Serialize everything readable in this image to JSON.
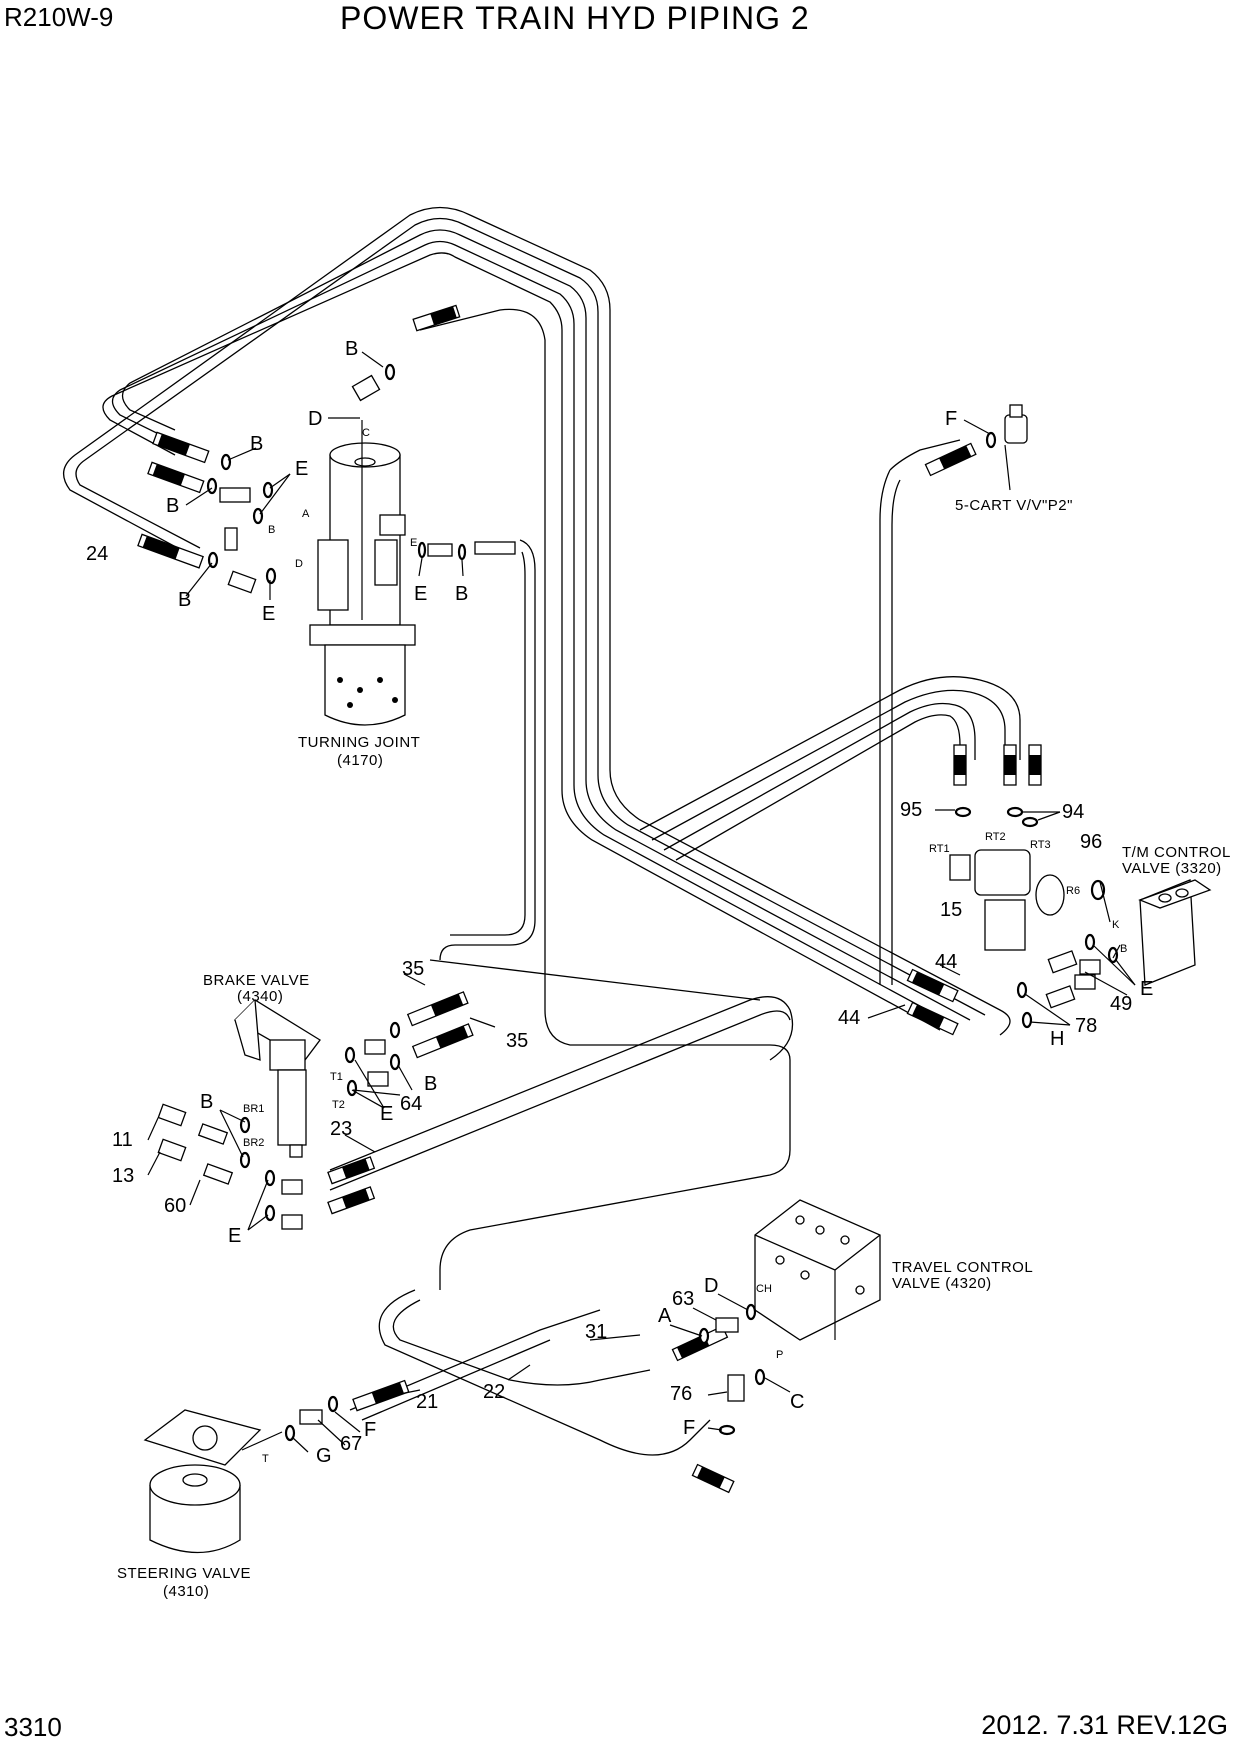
{
  "header": {
    "model": "R210W-9",
    "title": "POWER TRAIN HYD PIPING 2"
  },
  "footer": {
    "page_number": "3310",
    "revision": "2012. 7.31  REV.12G"
  },
  "components": {
    "turning_joint": {
      "name": "TURNING JOINT",
      "code": "(4170)"
    },
    "brake_valve": {
      "name": "BRAKE VALVE",
      "code": "(4340)"
    },
    "tm_control_valve": {
      "name": "T/M CONTROL",
      "code": "VALVE (3320)"
    },
    "travel_control_valve": {
      "name": "TRAVEL CONTROL",
      "code": "VALVE (4320)"
    },
    "steering_valve": {
      "name": "STEERING VALVE",
      "code": "(4310)"
    },
    "cart_valve": {
      "name": "5-CART V/V\"P2\""
    }
  },
  "callouts": {
    "b1": "B",
    "d1": "D",
    "b2": "B",
    "e1": "E",
    "b3": "B",
    "n24": "24",
    "b4": "B",
    "e2": "E",
    "e3": "E",
    "b5": "B",
    "f1": "F",
    "n95": "95",
    "n94": "94",
    "n96": "96",
    "n15": "15",
    "n44a": "44",
    "n44b": "44",
    "n49": "49",
    "e4": "E",
    "n78": "78",
    "h1": "H",
    "n35a": "35",
    "n35b": "35",
    "b6": "B",
    "n64": "64",
    "e5": "E",
    "n23": "23",
    "b7": "B",
    "n11": "11",
    "n13": "13",
    "n60": "60",
    "e6": "E",
    "n63": "63",
    "d2": "D",
    "a1": "A",
    "n31": "31",
    "n76": "76",
    "c1": "C",
    "f2": "F",
    "n22": "22",
    "n21": "21",
    "f3": "F",
    "n67": "67",
    "g1": "G"
  },
  "port_labels": {
    "c": "C",
    "a": "A",
    "b": "B",
    "d": "D",
    "e": "E",
    "rt1": "RT1",
    "rt2": "RT2",
    "rt3": "RT3",
    "r6": "R6",
    "k": "K",
    "bk": "B",
    "t1": "T1",
    "t2": "T2",
    "br1": "BR1",
    "br2": "BR2",
    "ch": "CH",
    "p": "P",
    "t": "T"
  }
}
